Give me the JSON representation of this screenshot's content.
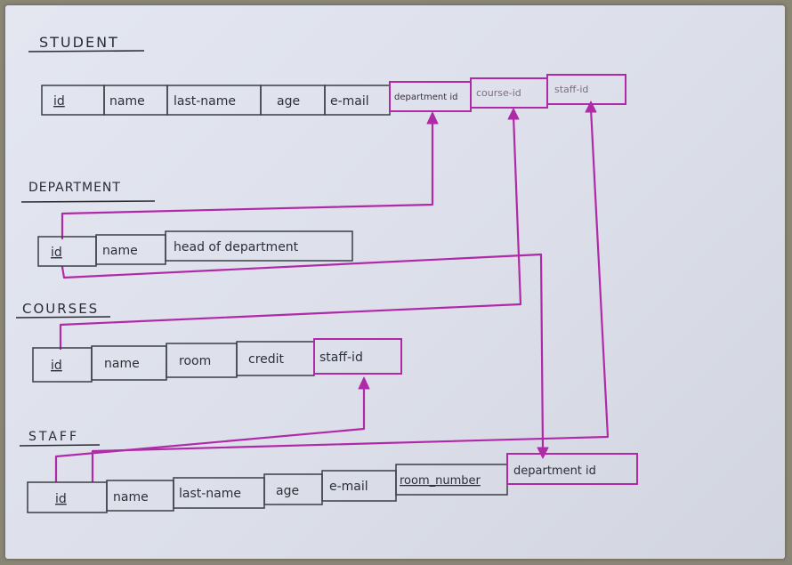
{
  "colors": {
    "paper": "#dfe2ec",
    "ink": "#2e2f36",
    "relation": "#b02aa8"
  },
  "tables": {
    "student": {
      "title": "STUDENT",
      "fields": [
        "id",
        "name",
        "last-name",
        "age",
        "e-mail",
        "department id",
        "course-id",
        "staff-id"
      ]
    },
    "department": {
      "title": "DEPARTMENT",
      "fields": [
        "id",
        "name",
        "head of department"
      ]
    },
    "courses": {
      "title": "COURSES",
      "fields": [
        "id",
        "name",
        "room",
        "credit",
        "staff-id"
      ]
    },
    "staff": {
      "title": "STAFF",
      "fields": [
        "id",
        "name",
        "last-name",
        "age",
        "e-mail",
        "room_number",
        "department id"
      ]
    }
  },
  "relations": [
    {
      "from": "department.id",
      "to": "student.department id"
    },
    {
      "from": "courses.id",
      "to": "student.course-id"
    },
    {
      "from": "staff.id",
      "to": "student.staff-id"
    },
    {
      "from": "staff.id",
      "to": "courses.staff-id"
    },
    {
      "from": "department.id",
      "to": "staff.department id"
    }
  ]
}
